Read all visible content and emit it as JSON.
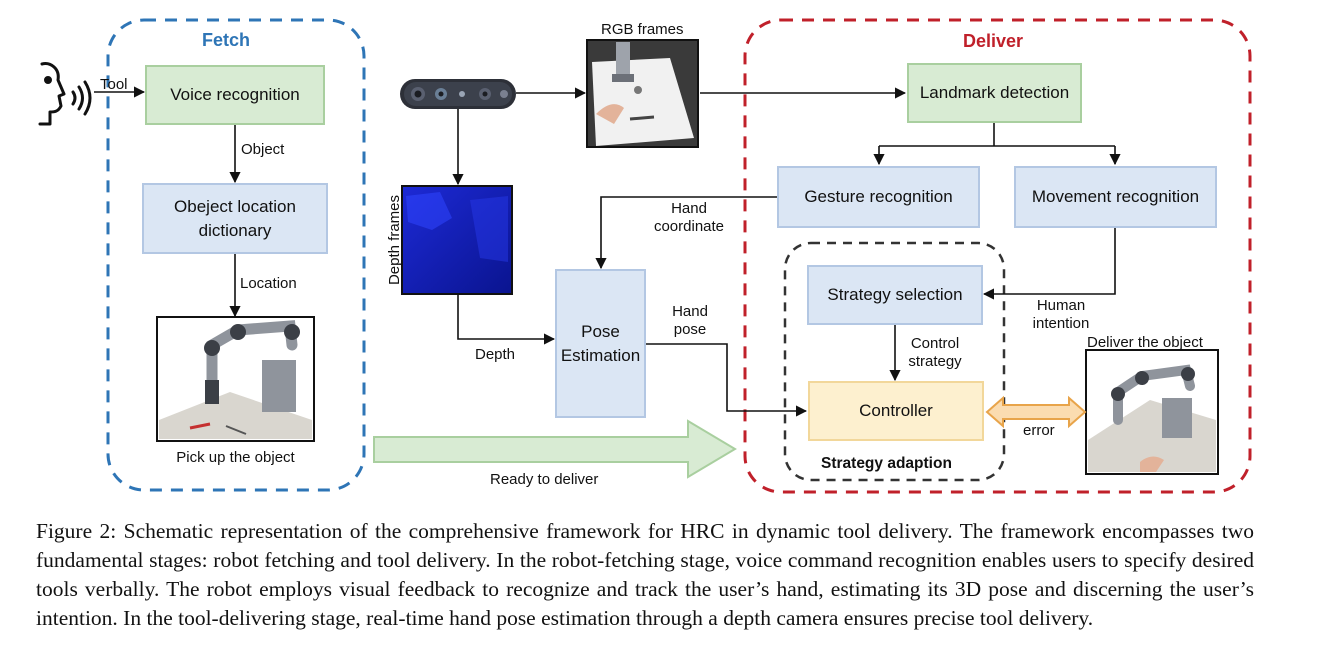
{
  "fetch": {
    "title": "Fetch",
    "tool_label": "Tool",
    "voice_recognition": "Voice recognition",
    "object_label": "Object",
    "location_dict_line1": "Obeject location",
    "location_dict_line2": "dictionary",
    "location_label": "Location",
    "pick_up_caption": "Pick up the object"
  },
  "middle": {
    "rgb_frames": "RGB frames",
    "depth_frames": "Depth frames",
    "depth_label": "Depth",
    "hand_coordinate_line1": "Hand",
    "hand_coordinate_line2": "coordinate",
    "pose_estimation_line1": "Pose",
    "pose_estimation_line2": "Estimation",
    "hand_pose_line1": "Hand",
    "hand_pose_line2": "pose",
    "ready_to_deliver": "Ready to deliver"
  },
  "deliver": {
    "title": "Deliver",
    "landmark_detection": "Landmark detection",
    "gesture_recognition": "Gesture recognition",
    "movement_recognition": "Movement recognition",
    "strategy_selection": "Strategy selection",
    "control_strategy_line1": "Control",
    "control_strategy_line2": "strategy",
    "human_intention_line1": "Human",
    "human_intention_line2": "intention",
    "controller": "Controller",
    "strategy_adaption": "Strategy adaption",
    "error_label": "error",
    "deliver_object_caption": "Deliver the object"
  },
  "colors": {
    "fetch_border": "#2e75b6",
    "deliver_border": "#c0202a",
    "strategy_border": "#333333",
    "green_arrow": "#d8ebd3",
    "error_arrow": "#e8a44a"
  },
  "caption": "Figure 2: Schematic representation of the comprehensive framework for HRC in dynamic tool delivery. The framework encompasses two fundamental stages: robot fetching and tool delivery. In the robot-fetching stage, voice command recognition enables users to specify desired tools verbally. The robot employs visual feedback to recognize and track the user’s hand, estimating its 3D pose and discerning the user’s intention. In the tool-delivering stage, real-time hand pose estimation through a depth camera ensures precise tool delivery."
}
